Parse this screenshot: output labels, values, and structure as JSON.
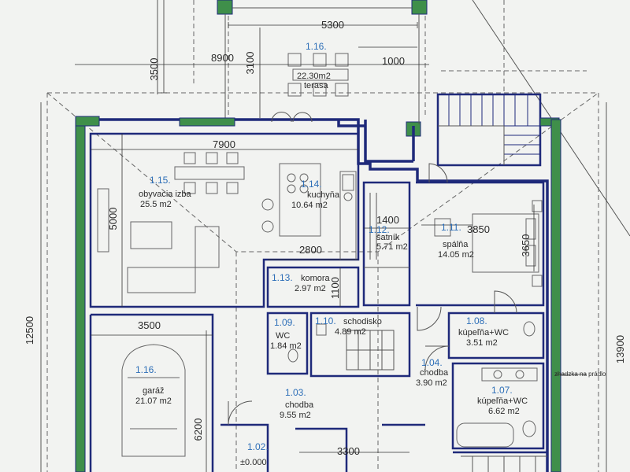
{
  "rooms": [
    {
      "id": "r116t",
      "number": "1.16.",
      "area": "22.30m2",
      "name": "terasa"
    },
    {
      "id": "r115",
      "number": "1.15.",
      "name": "obyvacia izba",
      "area": "25.5 m2"
    },
    {
      "id": "r114",
      "number": "1.14.",
      "name": "kuchyňa",
      "area": "10.64 m2"
    },
    {
      "id": "r112",
      "number": "1.12.",
      "name": "šatník",
      "area": "5.71 m2"
    },
    {
      "id": "r111",
      "number": "1.11.",
      "name": "spálňa",
      "area": "14.05 m2"
    },
    {
      "id": "r113",
      "number": "1.13.",
      "name": "komora",
      "area": "2.97 m2"
    },
    {
      "id": "r109",
      "number": "1.09.",
      "name": "WC",
      "area": "1.84 m2"
    },
    {
      "id": "r110",
      "number": "1.10.",
      "name": "schodisko",
      "area": "4.89 m2"
    },
    {
      "id": "r108",
      "number": "1.08.",
      "name": "kúpeľňa+WC",
      "area": "3.51 m2"
    },
    {
      "id": "r116g",
      "number": "1.16.",
      "name": "garáž",
      "area": "21.07 m2"
    },
    {
      "id": "r104",
      "number": "1.04.",
      "name": "chodba",
      "area": "3.90 m2"
    },
    {
      "id": "r107",
      "number": "1.07.",
      "name": "kúpeľňa+WC",
      "area": "6.62 m2"
    },
    {
      "id": "r103",
      "number": "1.03.",
      "name": "chodba",
      "area": "9.55 m2"
    },
    {
      "id": "r102",
      "number": "1.02.",
      "level": "±0.000"
    }
  ],
  "dimensions": [
    "5300",
    "3500",
    "8900",
    "3100",
    "1000",
    "7900",
    "5000",
    "1400",
    "3850",
    "3650",
    "2800",
    "1100",
    "3500",
    "12500",
    "13900",
    "6200",
    "3300"
  ],
  "annotations": {
    "drain_note": "zhadzka na prádlo"
  }
}
